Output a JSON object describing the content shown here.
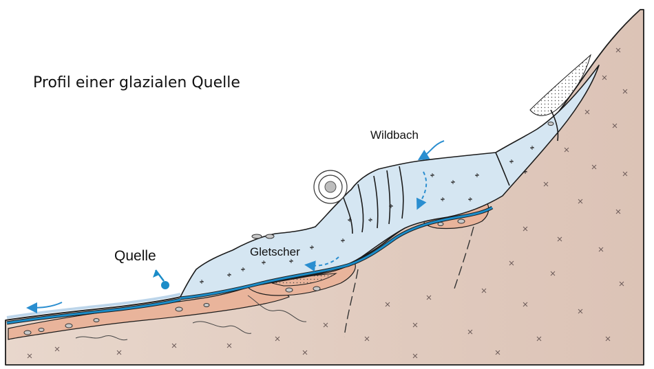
{
  "title": "Profil einer glazialen Quelle",
  "labels": {
    "wildbach": "Wildbach",
    "gletscher": "Gletscher",
    "quelle": "Quelle"
  },
  "icons": {
    "sun": "sun-circle-icon",
    "spring": "spring-drop-icon",
    "flow": "flow-arrow-icon"
  },
  "colors": {
    "bedrock": "#e3cfc4",
    "ice": "#d5e6f2",
    "moraine": "#e9b49b",
    "water": "#1b8cc8",
    "arrow": "#2a8ed0"
  }
}
